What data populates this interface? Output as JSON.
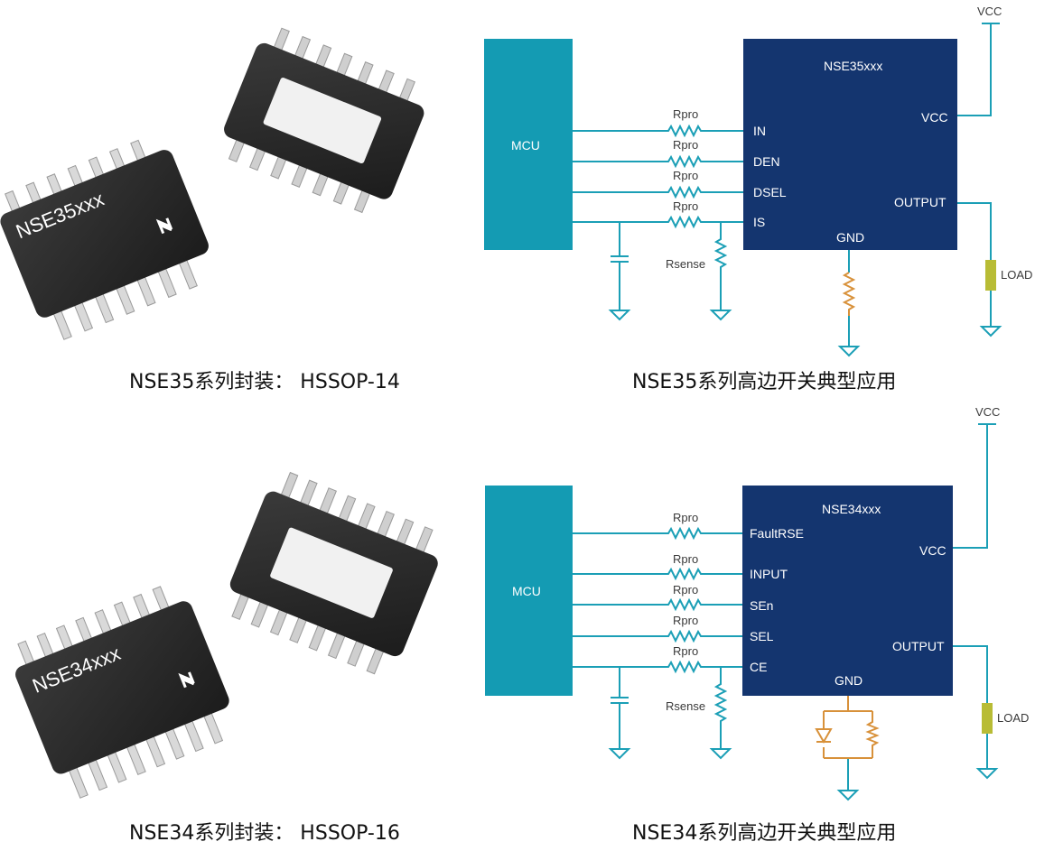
{
  "colors": {
    "mcu_fill": "#149bb3",
    "ic_fill": "#14356f",
    "wire": "#1b9fb6",
    "gnd_resistor": "#d8913a",
    "load_fill": "#b8bc35",
    "chip_body": "#2b2b2b",
    "leads": "#d9d9d9"
  },
  "sections": [
    {
      "package": {
        "chip_marking": "NSE35xxx",
        "caption": "NSE35系列封装： HSSOP-14"
      },
      "circuit": {
        "mcu_label": "MCU",
        "ic_label": "NSE35xxx",
        "series_resistor_label": "Rpro",
        "input_pins": [
          "IN",
          "DEN",
          "DSEL",
          "IS"
        ],
        "right_pins": [
          "VCC",
          "OUTPUT"
        ],
        "gnd_label": "GND",
        "sense_label": "Rsense",
        "vcc_label": "VCC",
        "load_label": "LOAD",
        "caption": "NSE35系列高边开关典型应用"
      }
    },
    {
      "package": {
        "chip_marking": "NSE34xxx",
        "caption": "NSE34系列封装： HSSOP-16"
      },
      "circuit": {
        "mcu_label": "MCU",
        "ic_label": "NSE34xxx",
        "series_resistor_label": "Rpro",
        "input_pins": [
          "FaultRSE",
          "INPUT",
          "SEn",
          "SEL",
          "CE"
        ],
        "right_pins": [
          "VCC",
          "OUTPUT"
        ],
        "gnd_label": "GND",
        "sense_label": "Rsense",
        "vcc_label": "VCC",
        "load_label": "LOAD",
        "caption": "NSE34系列高边开关典型应用"
      }
    }
  ]
}
